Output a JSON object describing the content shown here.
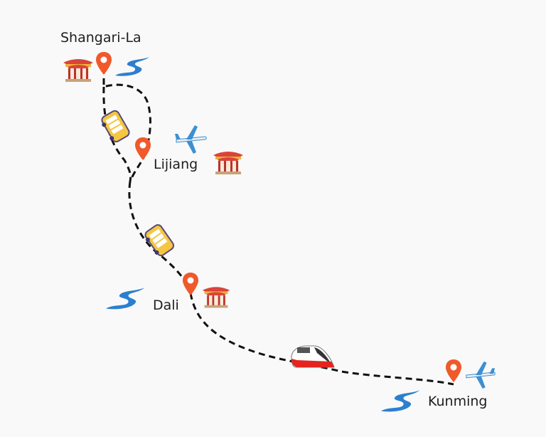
{
  "map": {
    "route_color": "#111111",
    "pin_color": "#f0592b",
    "cities": [
      {
        "name": "Shangari-La"
      },
      {
        "name": "Lijiang"
      },
      {
        "name": "Dali"
      },
      {
        "name": "Kunming"
      }
    ],
    "transport_icons": [
      "bus-icon",
      "airplane-icon",
      "bus-icon",
      "train-icon",
      "airplane-icon"
    ],
    "landmark_icons": [
      "temple-icon",
      "river-icon"
    ]
  }
}
